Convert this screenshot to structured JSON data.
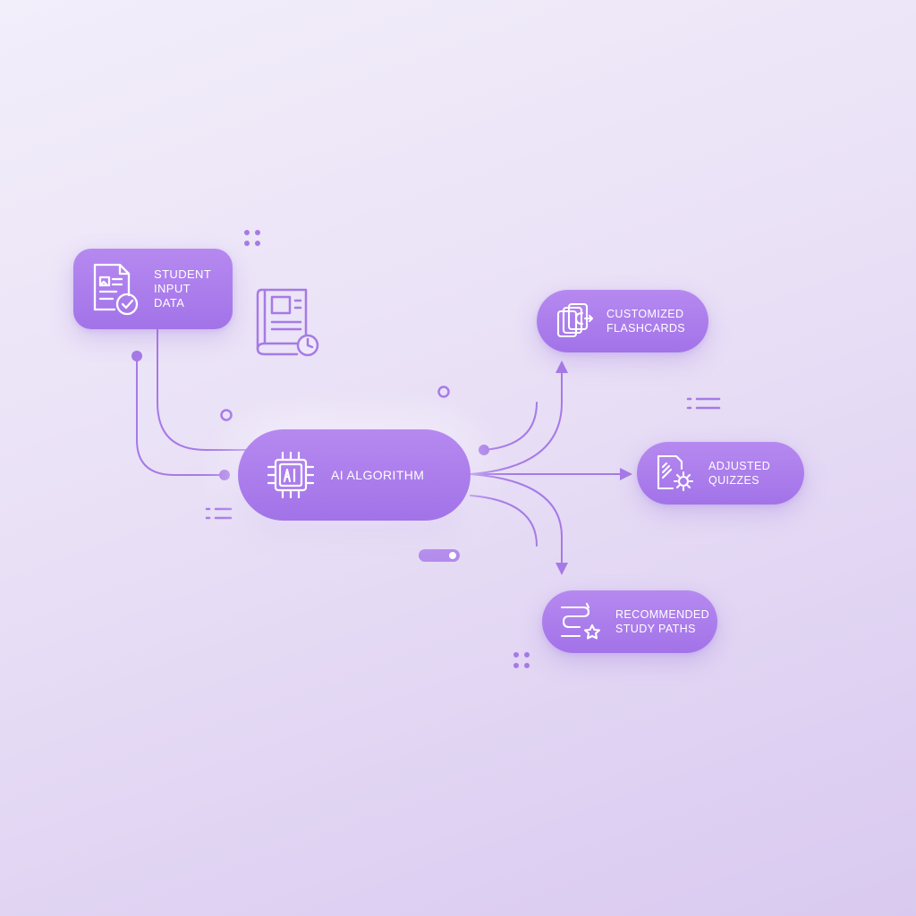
{
  "nodes": {
    "student_input": {
      "label": "STUDENT\nINPUT\nDATA",
      "icon": "document-check-icon"
    },
    "ai_algorithm": {
      "label": "AI ALGORITHM",
      "icon": "ai-chip-icon"
    },
    "customized_flashcards": {
      "label": "CUSTOMIZED\nFLASHCARDS",
      "icon": "flashcards-icon"
    },
    "adjusted_quizzes": {
      "label": "ADJUSTED\nQUIZZES",
      "icon": "quiz-gear-icon"
    },
    "recommended_paths": {
      "label": "RECOMMENDED\nSTUDY PATHS",
      "icon": "path-star-icon"
    }
  },
  "decorations": {
    "book": "book-clock-icon"
  },
  "colors": {
    "node_fill_top": "#b689f0",
    "node_fill_bottom": "#a273e8",
    "connector": "#a67ae6",
    "background_start": "#f2eefa",
    "background_end": "#d9c9f0"
  }
}
